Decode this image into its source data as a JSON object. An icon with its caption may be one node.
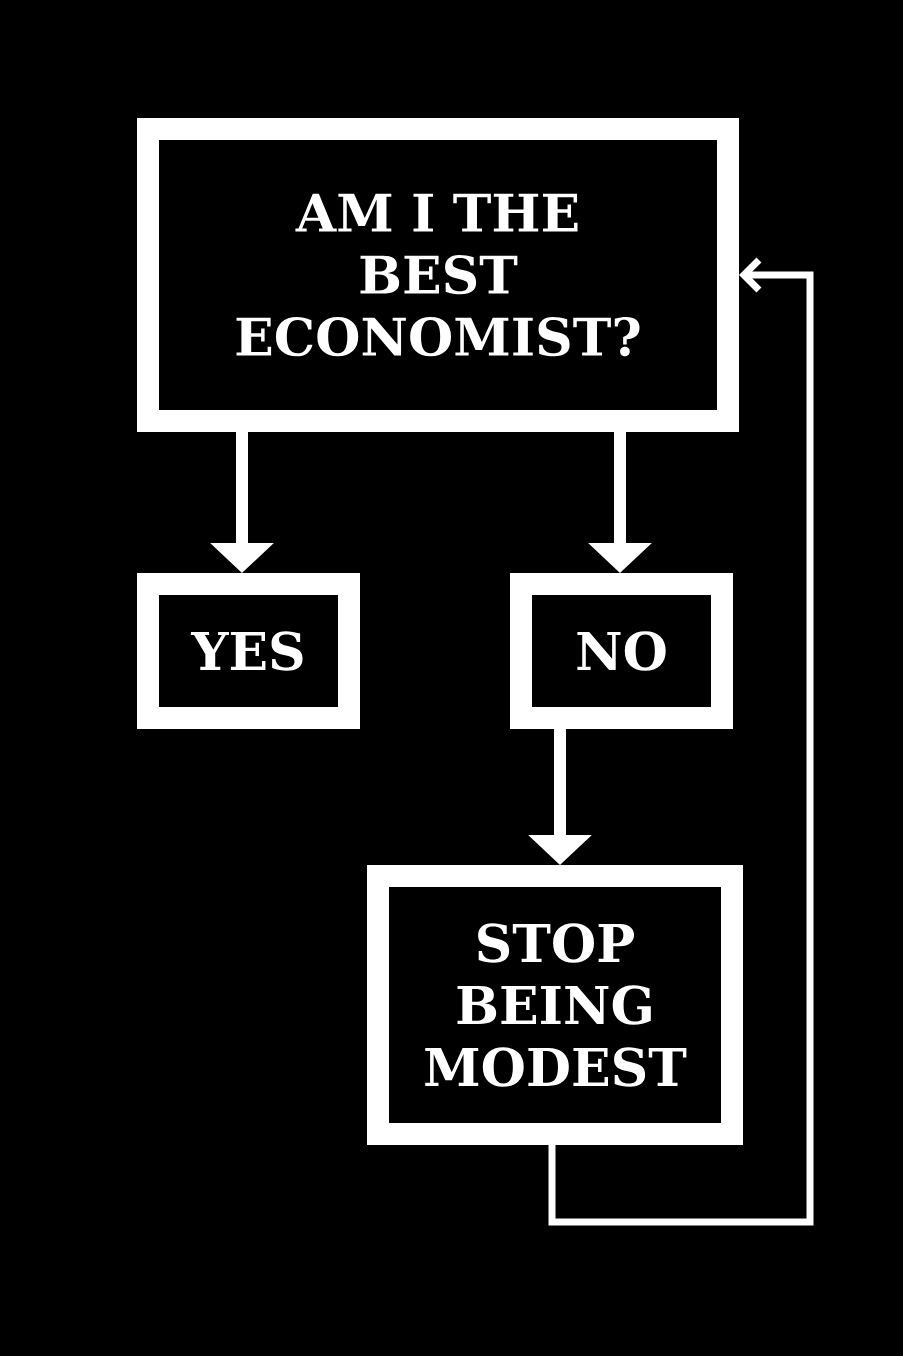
{
  "diagram": {
    "nodes": [
      {
        "text": [
          "AM I THE BEST ECONOMIST?"
        ]
      },
      {
        "text": [
          "YES"
        ]
      },
      {
        "text": [
          "NO"
        ]
      },
      {
        "text": [
          "STOP BEING MODEST"
        ]
      }
    ],
    "edges": [
      {
        "from": 0,
        "to": 1,
        "arrow": "to"
      },
      {
        "from": 0,
        "to": 2,
        "arrow": "to"
      },
      {
        "from": 2,
        "to": 3,
        "arrow": "to"
      },
      {
        "from": 3,
        "to": 0,
        "arrow": "to"
      }
    ]
  }
}
